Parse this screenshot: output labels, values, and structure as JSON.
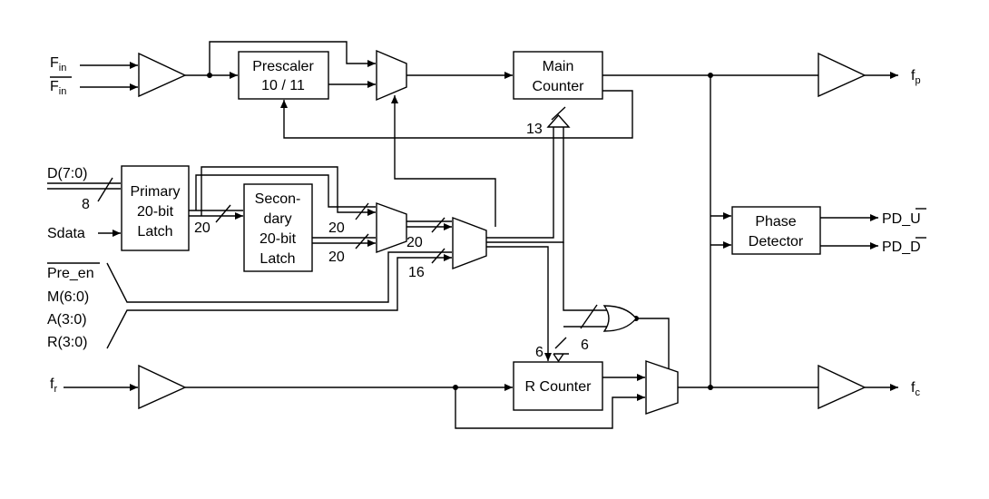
{
  "blocks": {
    "prescaler": [
      "Prescaler",
      "10 / 11"
    ],
    "main_counter": [
      "Main",
      "Counter"
    ],
    "primary_latch": [
      "Primary",
      "20-bit",
      "Latch"
    ],
    "secondary_latch": [
      "Secon-",
      "dary",
      "20-bit",
      "Latch"
    ],
    "phase_detector": [
      "Phase",
      "Detector"
    ],
    "r_counter": "R Counter"
  },
  "inputs": {
    "fin": {
      "base": "F",
      "sub": "in"
    },
    "fin_bar": {
      "base": "F",
      "sub": "in"
    },
    "d": "D(7:0)",
    "sdata": "Sdata",
    "pre_en": "Pre_en",
    "m": "M(6:0)",
    "a": "A(3:0)",
    "r": "R(3:0)",
    "fr": {
      "base": "f",
      "sub": "r"
    }
  },
  "outputs": {
    "fp": {
      "base": "f",
      "sub": "p"
    },
    "pdu": {
      "prefix": "PD_",
      "letter": "U"
    },
    "pdd": {
      "prefix": "PD_",
      "letter": "D"
    },
    "fc": {
      "base": "f",
      "sub": "c"
    }
  },
  "bus_widths": {
    "d": "8",
    "primary_out": "20",
    "mux_in1": "20",
    "mux_in2": "20",
    "mux2_in": "20",
    "ctrl": "16",
    "main": "13",
    "r_left": "6",
    "r_right": "6"
  }
}
